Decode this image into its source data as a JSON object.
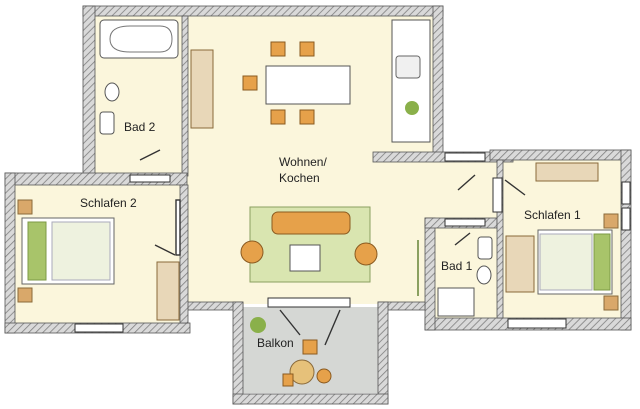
{
  "rooms": {
    "bad2": "Bad 2",
    "wohnen_line1": "Wohnen/",
    "wohnen_line2": "Kochen",
    "schlafen2": "Schlafen 2",
    "schlafen1": "Schlafen 1",
    "bad1": "Bad 1",
    "balkon": "Balkon"
  },
  "colors": {
    "wall_hatch": "#9a9a9a",
    "floor": "#fbf6dc",
    "balcony_floor": "#d5d7d4",
    "rug": "#d9e5b0",
    "wood": "#d9a86a",
    "bed_green": "#a8c46a",
    "window": "#ffffff"
  }
}
